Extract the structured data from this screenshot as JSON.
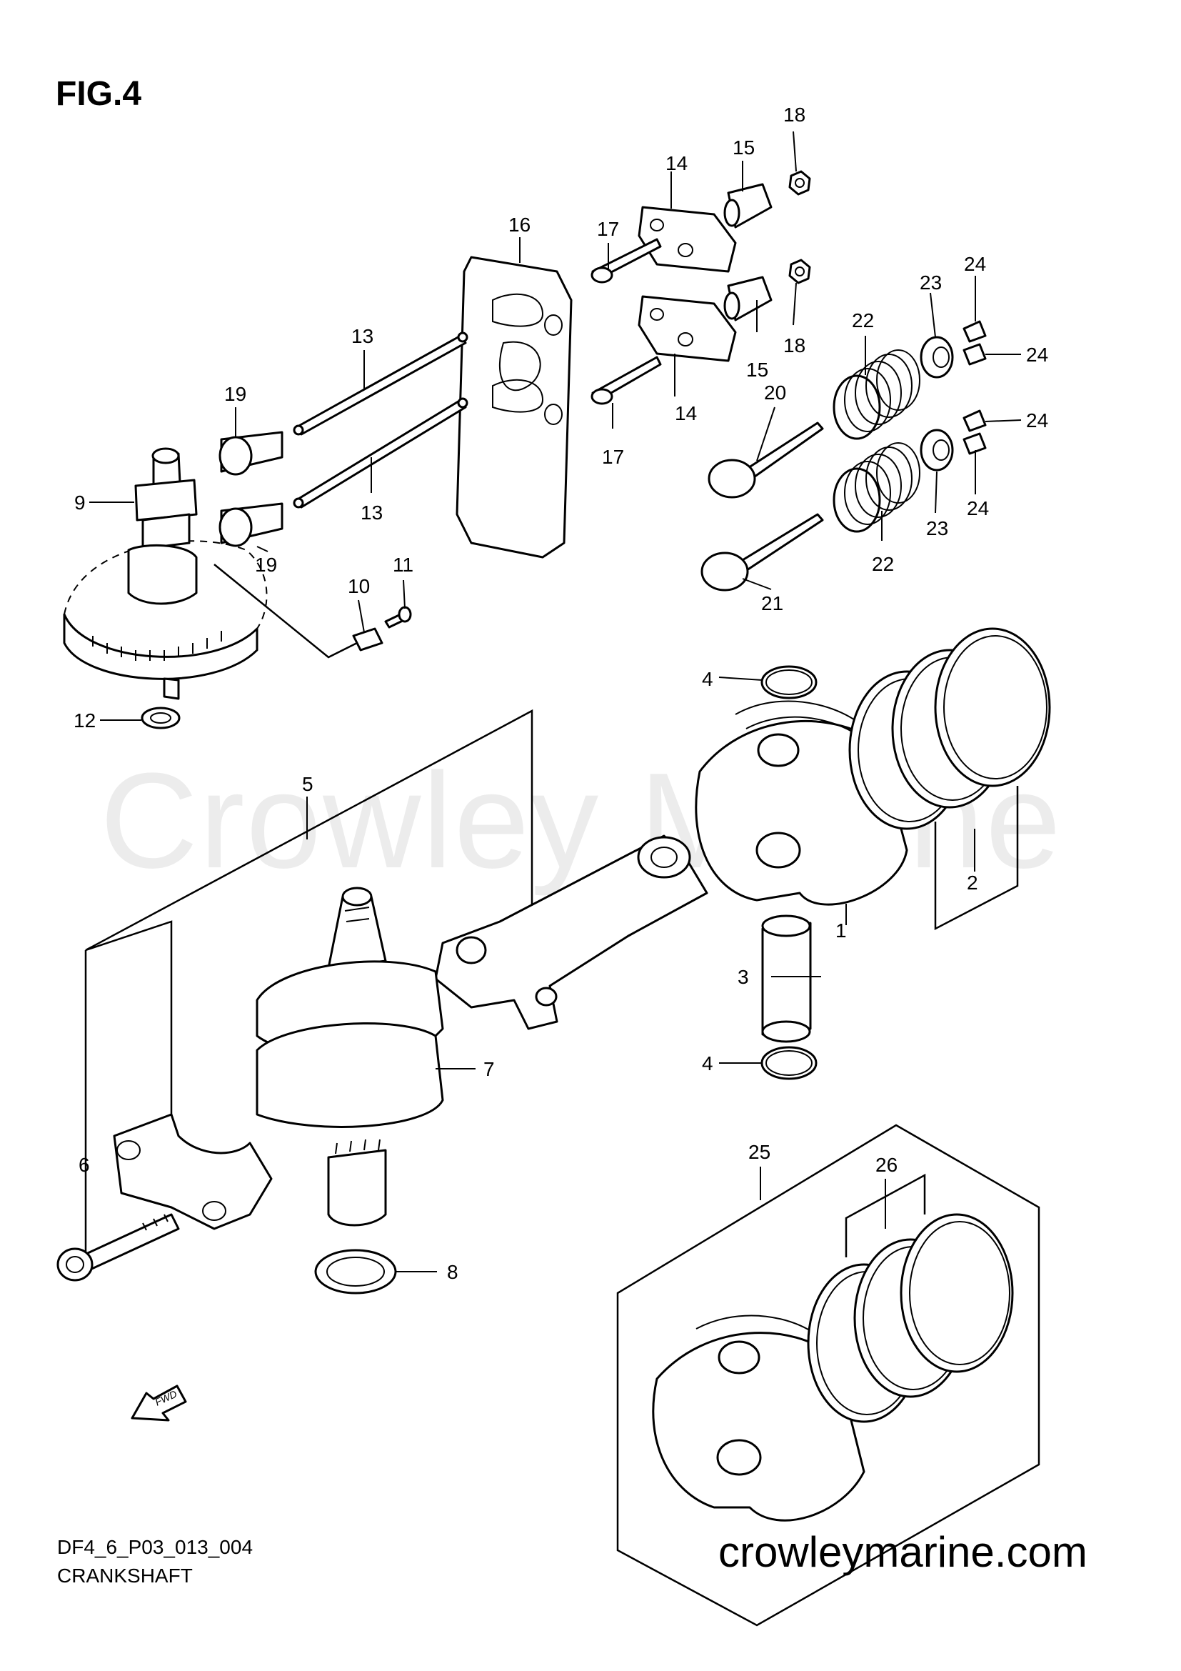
{
  "figure_title": "FIG.4",
  "watermark": "Crowley Marine",
  "drawing_code": "DF4_6_P03_013_004",
  "caption": "CRANKSHAFT",
  "website": "crowleymarine.com",
  "fwd_label": "FWD",
  "callouts": {
    "c1": "1",
    "c2": "2",
    "c3": "3",
    "c4a": "4",
    "c4b": "4",
    "c5": "5",
    "c6": "6",
    "c7": "7",
    "c8": "8",
    "c9": "9",
    "c10": "10",
    "c11": "11",
    "c12": "12",
    "c13a": "13",
    "c13b": "13",
    "c14a": "14",
    "c14b": "14",
    "c15a": "15",
    "c15b": "15",
    "c16": "16",
    "c17a": "17",
    "c17b": "17",
    "c18a": "18",
    "c18b": "18",
    "c19a": "19",
    "c19b": "19",
    "c20": "20",
    "c21": "21",
    "c22a": "22",
    "c22b": "22",
    "c23a": "23",
    "c23b": "23",
    "c24a": "24",
    "c24b": "24",
    "c24c": "24",
    "c24d": "24",
    "c25": "25",
    "c26": "26"
  }
}
